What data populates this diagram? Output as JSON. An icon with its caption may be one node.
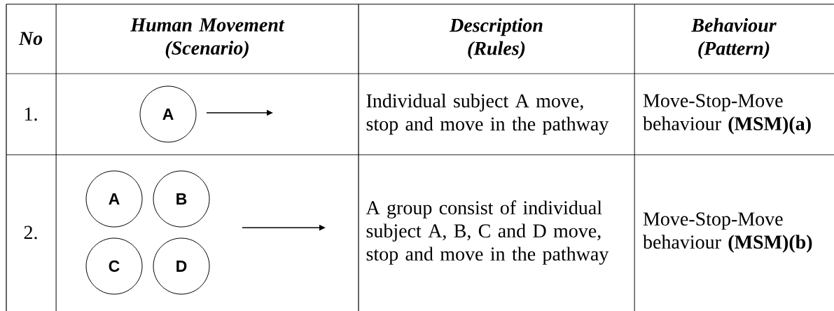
{
  "diagram": {
    "nodes": [
      {
        "text": [
          "A"
        ]
      },
      {
        "text": [
          "A"
        ]
      },
      {
        "text": [
          "B"
        ]
      },
      {
        "text": [
          "C"
        ]
      },
      {
        "text": [
          "D"
        ]
      }
    ],
    "labels": [
      "No",
      "Human Movement (Scenario)",
      "Description (Rules)",
      "Behaviour (Pattern)",
      "1.",
      "Individual subject A move, stop and move in the pathway",
      "Move-Stop-Move behaviour **(MSM)(a)**",
      "2.",
      "A group consist of individual subject A, B, C and D move, stop and move in the pathway",
      "Move-Stop-Move behaviour **(MSM)(b)**"
    ]
  }
}
